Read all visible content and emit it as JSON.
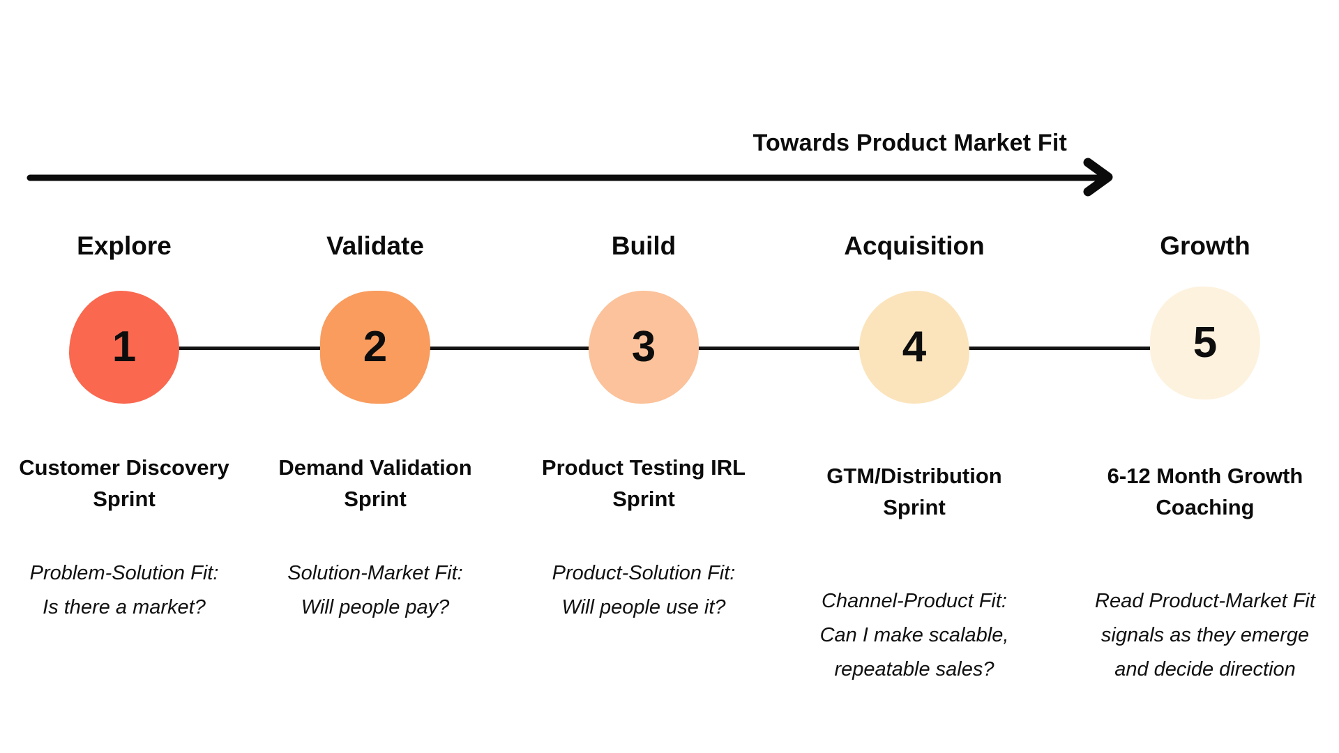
{
  "arrow": {
    "label": "Towards Product Market Fit",
    "color": "#000000"
  },
  "stages": [
    {
      "heading": "Explore",
      "number": "1",
      "color": "#F9684F",
      "title": "Customer Discovery\nSprint",
      "description": "Problem-Solution Fit:\nIs there a market?"
    },
    {
      "heading": "Validate",
      "number": "2",
      "color": "#F99C5E",
      "title": "Demand Validation\nSprint",
      "description": "Solution-Market Fit:\nWill people pay?"
    },
    {
      "heading": "Build",
      "number": "3",
      "color": "#FBC29B",
      "title": "Product Testing IRL\nSprint",
      "description": "Product-Solution Fit:\nWill people use it?"
    },
    {
      "heading": "Acquisition",
      "number": "4",
      "color": "#FBE4BC",
      "title": "GTM/Distribution\nSprint",
      "description": "Channel-Product Fit:\nCan I make scalable,\nrepeatable sales?"
    },
    {
      "heading": "Growth",
      "number": "5",
      "color": "#FDF2DE",
      "title": "6-12 Month Growth\nCoaching",
      "description": "Read Product-Market Fit\nsignals as they emerge\nand decide direction"
    }
  ]
}
